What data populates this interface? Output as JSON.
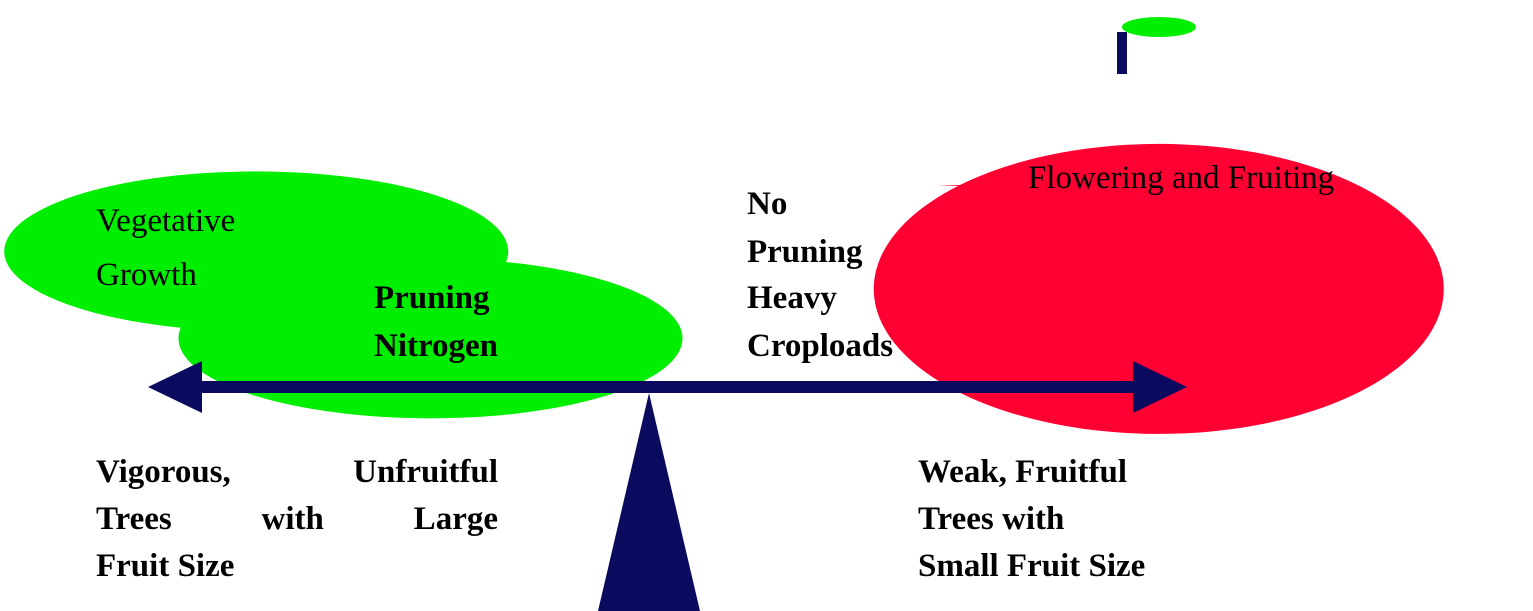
{
  "colors": {
    "vegetative": "#00ee00",
    "fruiting": "#ff0033",
    "beam": "#0a0a5e",
    "text": "#000000",
    "background": "#ffffff"
  },
  "vegetative": {
    "label_line1": "Vegetative",
    "label_line2": "Growth"
  },
  "fruiting": {
    "label": "Flowering and Fruiting"
  },
  "left_factors": {
    "line1": "Pruning",
    "line2": "Nitrogen"
  },
  "right_factors": {
    "line1": "No",
    "line2": "Pruning",
    "line3": "Heavy",
    "line4": "Croploads"
  },
  "left_outcome": {
    "line1": "Vigorous, Unfruitful",
    "line2": "Trees with Large",
    "line3": "Fruit Size"
  },
  "right_outcome": {
    "line1": "Weak, Fruitful",
    "line2": "Trees with",
    "line3": "Small Fruit Size"
  }
}
